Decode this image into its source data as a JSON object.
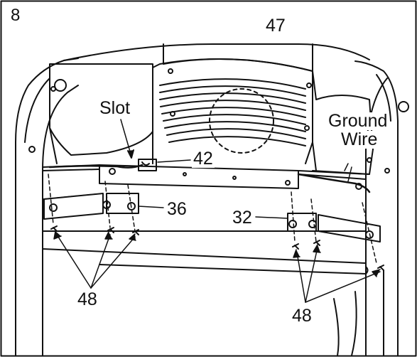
{
  "figure": {
    "step_number": "8",
    "callouts": {
      "part_47": "47",
      "slot": "Slot",
      "part_42": "42",
      "ground_wire_line1": "Ground",
      "ground_wire_line2": "Wire",
      "part_36": "36",
      "part_32": "32",
      "part_48_left": "48",
      "part_48_right": "48"
    }
  }
}
